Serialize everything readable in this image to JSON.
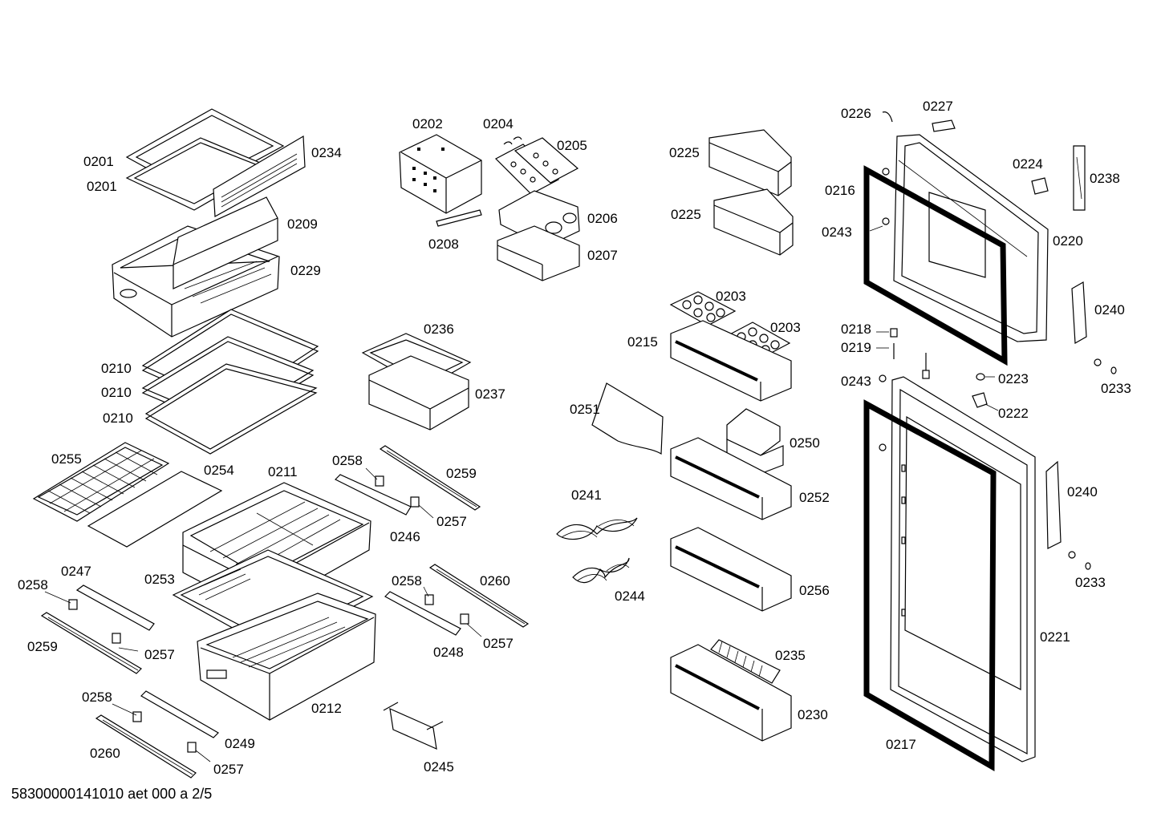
{
  "labels": {
    "p0201a": "0201",
    "p0201b": "0201",
    "p0234": "0234",
    "p0209": "0209",
    "p0229": "0229",
    "p0210a": "0210",
    "p0210b": "0210",
    "p0210c": "0210",
    "p0255": "0255",
    "p0254": "0254",
    "p0211": "0211",
    "p0253": "0253",
    "p0212": "0212",
    "p0247": "0247",
    "p0258a": "0258",
    "p0259a": "0259",
    "p0257a": "0257",
    "p0258b": "0258",
    "p0249": "0249",
    "p0260a": "0260",
    "p0257b": "0257",
    "p0202": "0202",
    "p0204": "0204",
    "p0205": "0205",
    "p0206": "0206",
    "p0208": "0208",
    "p0207": "0207",
    "p0236": "0236",
    "p0237": "0237",
    "p0258c": "0258",
    "p0259b": "0259",
    "p0257c": "0257",
    "p0246": "0246",
    "p0258d": "0258",
    "p0260b": "0260",
    "p0257d": "0257",
    "p0248": "0248",
    "p0245": "0245",
    "p0225a": "0225",
    "p0225b": "0225",
    "p0203a": "0203",
    "p0203b": "0203",
    "p0215": "0215",
    "p0251": "0251",
    "p0250": "0250",
    "p0252": "0252",
    "p0241": "0241",
    "p0244": "0244",
    "p0256": "0256",
    "p0235": "0235",
    "p0230": "0230",
    "p0226": "0226",
    "p0227": "0227",
    "p0224": "0224",
    "p0238": "0238",
    "p0216": "0216",
    "p0243a": "0243",
    "p0220": "0220",
    "p0240a": "0240",
    "p0218": "0218",
    "p0219": "0219",
    "p0233a": "0233",
    "p0243b": "0243",
    "p0223": "0223",
    "p0222": "0222",
    "p0240b": "0240",
    "p0233b": "0233",
    "p0221": "0221",
    "p0217": "0217"
  },
  "footer": {
    "code": "58300000141010 aet 000 a 2/5"
  }
}
